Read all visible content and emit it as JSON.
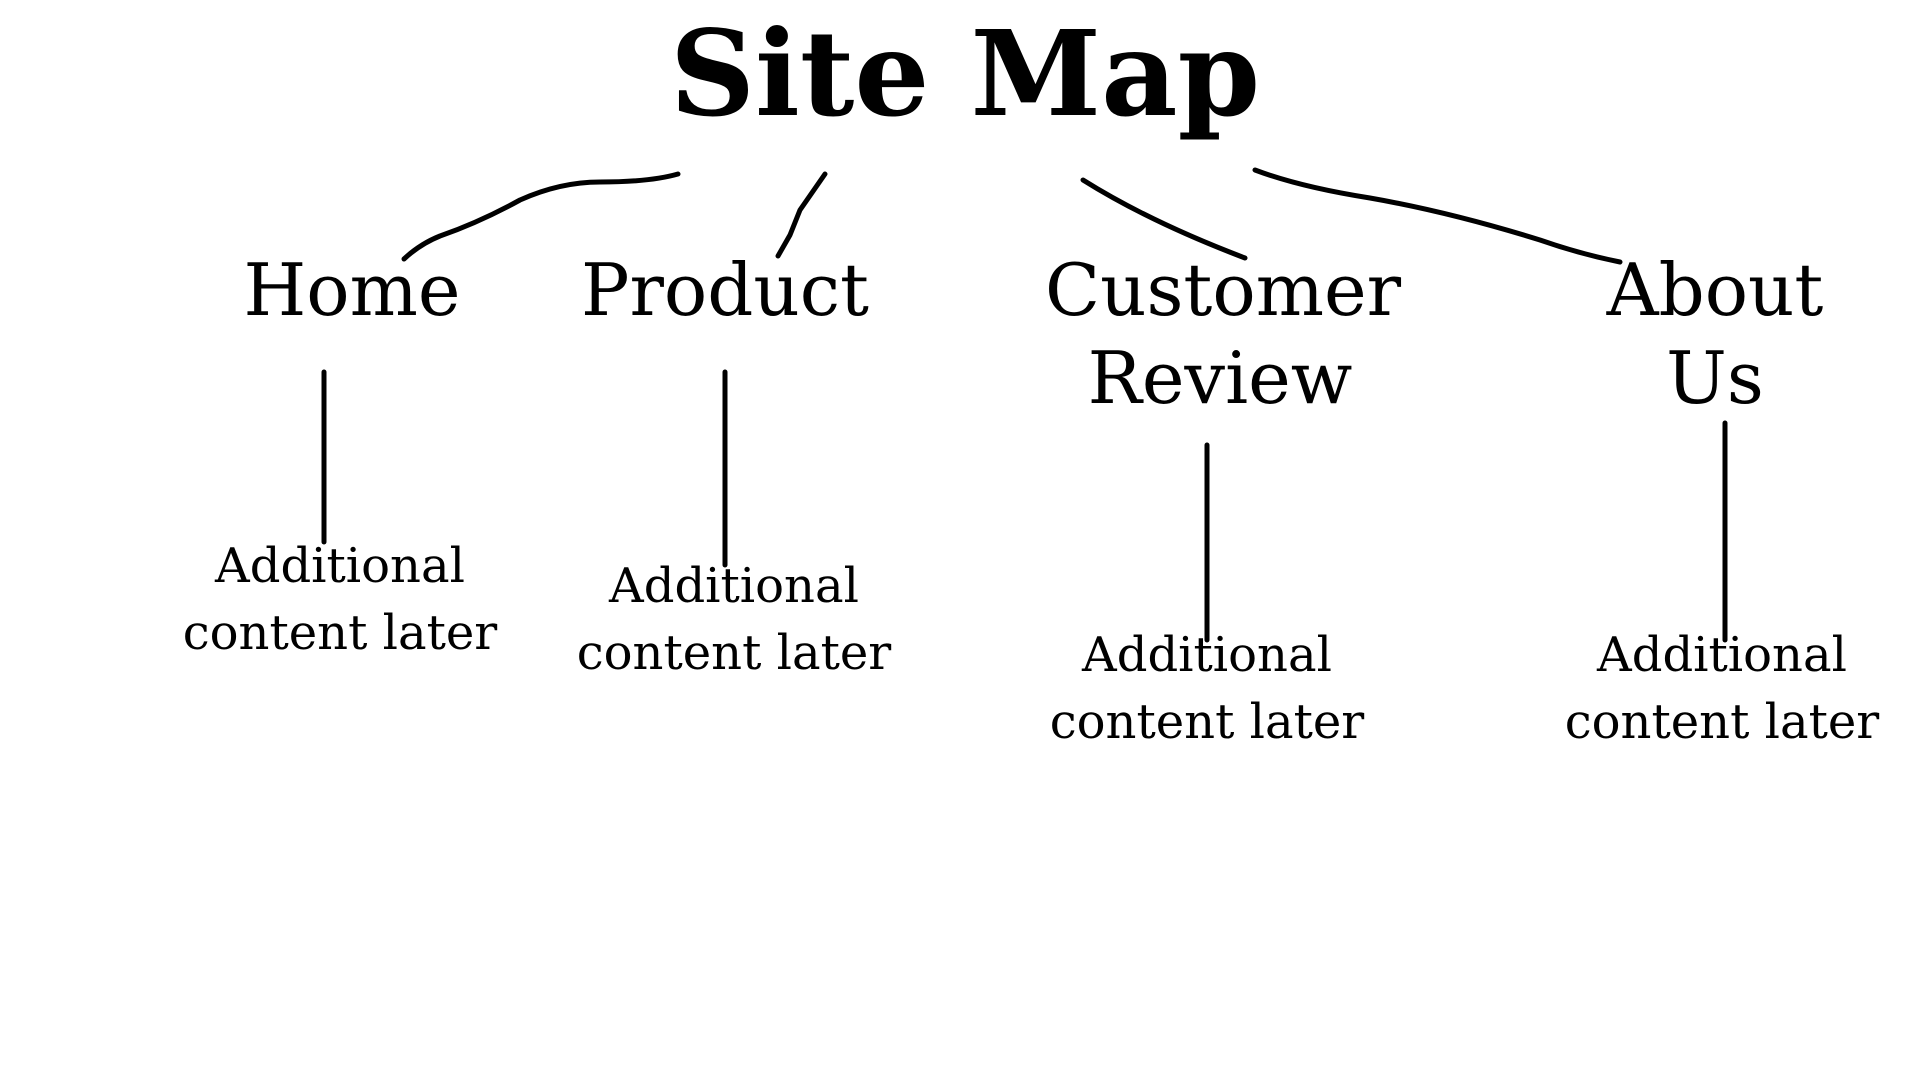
{
  "title": "Site Map",
  "sections": [
    {
      "label_lines": [
        "Home"
      ],
      "sub_lines": [
        "Additional",
        "content later"
      ]
    },
    {
      "label_lines": [
        "Product"
      ],
      "sub_lines": [
        "Additional",
        "content later"
      ]
    },
    {
      "label_lines": [
        "Customer",
        "Review"
      ],
      "sub_lines": [
        "Additional",
        "content later"
      ]
    },
    {
      "label_lines": [
        "About",
        "Us"
      ],
      "sub_lines": [
        "Additional",
        "content later"
      ]
    }
  ],
  "colors": {
    "ink": "#000000",
    "background": "#ffffff"
  }
}
